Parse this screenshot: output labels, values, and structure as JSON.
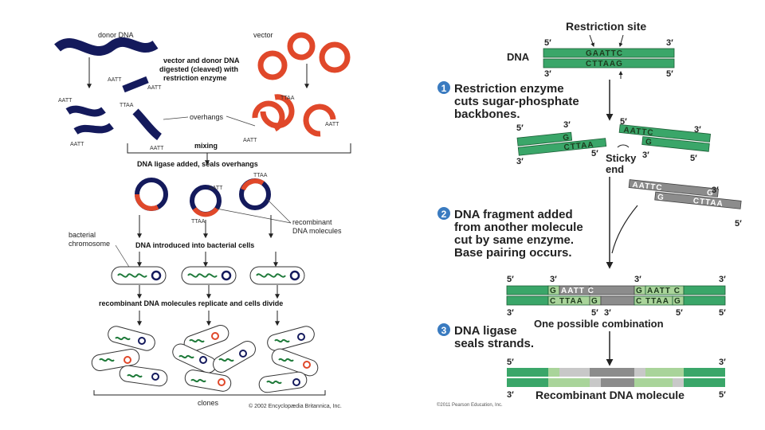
{
  "left_panel": {
    "donor_dna": "donor DNA",
    "vector": "vector",
    "digest": [
      "vector and donor DNA",
      "digested (cleaved) with",
      "restriction enzyme"
    ],
    "overhangs": "overhangs",
    "mixing": "mixing",
    "ligase": "DNA ligase added, seals overhangs",
    "recombinant_dna_molecules": [
      "recombinant",
      "DNA molecules"
    ],
    "bacterial_chromosome": [
      "bacterial",
      "chromosome"
    ],
    "introduced": "DNA introduced into bacterial cells",
    "replicate": "recombinant DNA molecules replicate and cells divide",
    "clones": "clones",
    "copyright": "© 2002 Encyclopædia Britannica, Inc.",
    "end_aatt": "AATT",
    "end_ttaa": "TTAA"
  },
  "right_panel": {
    "restriction_site": "Restriction site",
    "dna_label": "DNA",
    "site_top": "GAATTC",
    "site_bottom": "CTTAAG",
    "five_prime": "5′",
    "three_prime": "3′",
    "step1_number": "1",
    "step1": [
      "Restriction enzyme",
      "cuts sugar-phosphate",
      "backbones."
    ],
    "frag_g": "G",
    "frag_cttaa": "CTTAA",
    "frag_aattc": "AATTC",
    "sticky_end": [
      "Sticky",
      "end"
    ],
    "step2_number": "2",
    "step2": [
      "DNA fragment added",
      "from another molecule",
      "cut by same enzyme.",
      "Base pairing occurs."
    ],
    "combo_aattc": "AATT C",
    "combo_cttaag": "C TTAA",
    "one_possible": "One possible combination",
    "step3_number": "3",
    "step3": [
      "DNA ligase",
      "seals strands."
    ],
    "recombinant_dna_molecule": "Recombinant DNA molecule",
    "copyright": "©2011 Pearson Education, Inc."
  },
  "colors": {
    "navy": "#141a5c",
    "vector_red": "#e0482a",
    "dna_green": "#3aa669",
    "gray": "#8c8c8c",
    "light_green": "#a9d49a",
    "step_badge": "#3a7bc0"
  }
}
